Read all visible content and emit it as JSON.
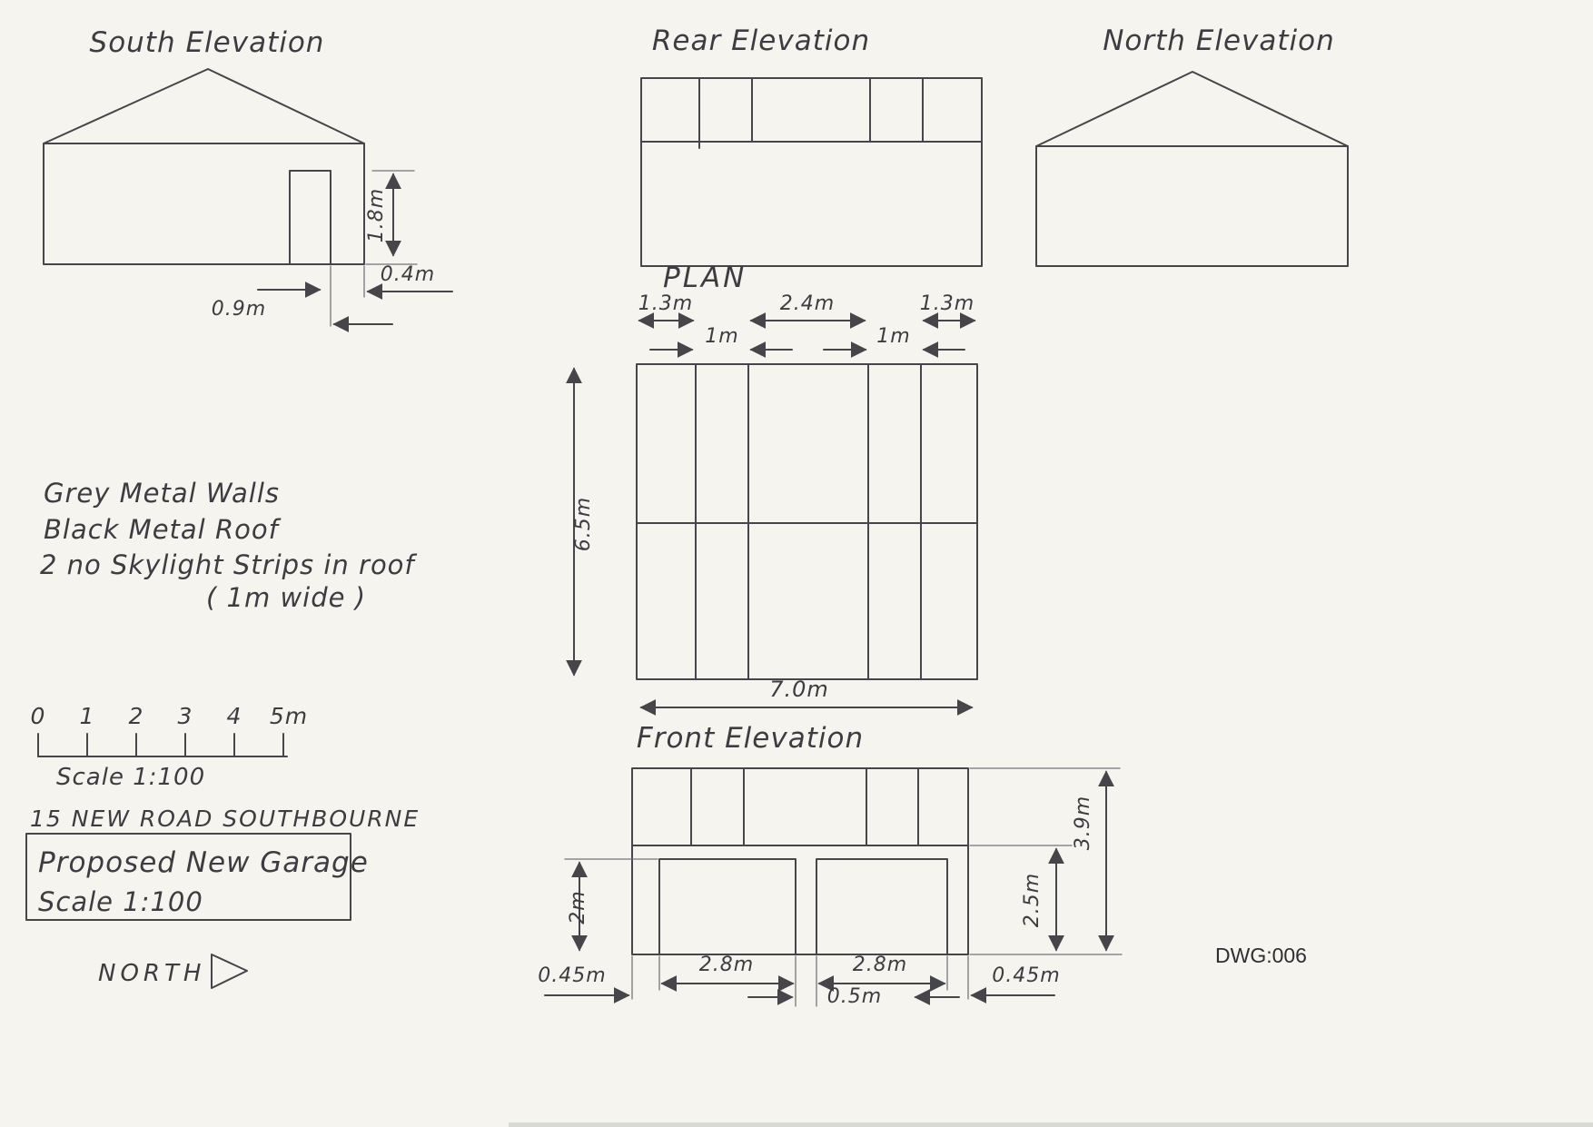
{
  "sheet": {
    "paper_color": "#f5f4ef",
    "ink_color": "#45454a",
    "dwg_number": "DWG:006"
  },
  "south_elevation": {
    "title": "South Elevation",
    "dims": {
      "height": "1.8m",
      "offset": "0.4m",
      "door": "0.9m"
    }
  },
  "rear_elevation": {
    "title": "Rear Elevation"
  },
  "north_elevation": {
    "title": "North Elevation"
  },
  "plan": {
    "title": "PLAN",
    "dims": {
      "left_bay": "1.3m",
      "mid_bay": "2.4m",
      "right_bay": "1.3m",
      "skylight_left": "1m",
      "skylight_right": "1m",
      "depth": "6.5m",
      "width": "7.0m"
    }
  },
  "front_elevation": {
    "title": "Front Elevation",
    "dims": {
      "door_height": "2m",
      "eaves_height": "2.5m",
      "ridge_height": "3.9m",
      "left_margin": "0.45m",
      "door_left": "2.8m",
      "door_right": "2.8m",
      "gap": "0.5m",
      "right_margin": "0.45m"
    }
  },
  "notes": {
    "line1": "Grey Metal Walls",
    "line2": "Black Metal Roof",
    "line3": "2 no  Skylight Strips in roof",
    "line4": "( 1m wide )"
  },
  "scale_bar": {
    "ticks": [
      "0",
      "1",
      "2",
      "3",
      "4",
      "5m"
    ],
    "label": "Scale 1:100"
  },
  "address": "15 NEW ROAD SOUTHBOURNE",
  "title_block": {
    "project": "Proposed New Garage",
    "scale": "Scale 1:100"
  },
  "north_arrow": {
    "label": "NORTH"
  }
}
